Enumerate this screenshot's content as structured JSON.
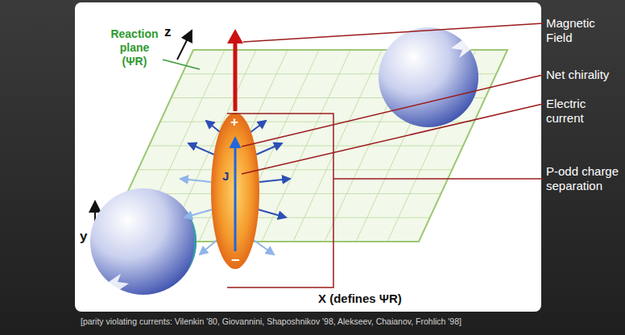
{
  "diagram": {
    "labels": [
      "Reaction plane (ΨR)",
      "z",
      "y",
      "X (defines ΨR)",
      "+",
      "J",
      "−",
      "Magnetic Field",
      "Net chirality",
      "Electric current",
      "P-odd charge separation",
      "[parity violating currents: Vilenkin '80,  Giovannini, Shaposhnikov '98, Alekseev, Chaianov, Frohlich '98]"
    ]
  }
}
